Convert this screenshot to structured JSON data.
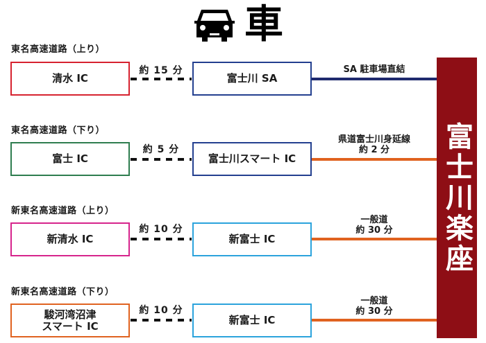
{
  "header": {
    "icon": "car-icon",
    "title": "車"
  },
  "destination": {
    "name": "富士川楽座",
    "color": "#8e0e15"
  },
  "routes": [
    {
      "road": "東名高速道路（上り）",
      "from": "清水 IC",
      "from_color": "#d6222f",
      "time": "約 15 分",
      "to": "富士川 SA",
      "to_color": "#233f8f",
      "connection": "SA 駐車場直結",
      "connection_color": "#1f2a6e"
    },
    {
      "road": "東名高速道路（下り）",
      "from": "富士 IC",
      "from_color": "#2e7d4f",
      "time": "約 5 分",
      "to": "富士川スマート IC",
      "to_color": "#233f8f",
      "connection": "県道富士川身延線\n約 2 分",
      "connection_color": "#e0621f"
    },
    {
      "road": "新東名高速道路（上り）",
      "from": "新清水 IC",
      "from_color": "#d6248c",
      "time": "約 10 分",
      "to": "新富士 IC",
      "to_color": "#2ba3dc",
      "connection": "一般道\n約 30 分",
      "connection_color": "#e0621f"
    },
    {
      "road": "新東名高速道路（下り）",
      "from": "駿河湾沼津\nスマート IC",
      "from_color": "#e0621f",
      "time": "約 10 分",
      "to": "新富士 IC",
      "to_color": "#2ba3dc",
      "connection": "一般道\n約 30 分",
      "connection_color": "#e0621f"
    }
  ]
}
